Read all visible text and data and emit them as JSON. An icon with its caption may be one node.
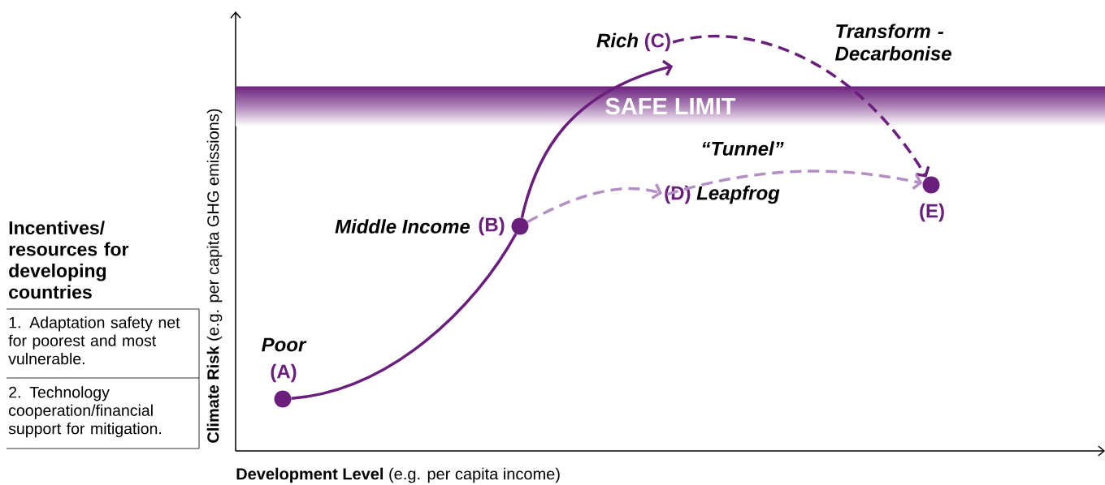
{
  "diagram": {
    "nodes": [
      {
        "text": [
          "Poor",
          "(A)"
        ]
      },
      {
        "text": [
          "Middle Income",
          "(B)"
        ]
      },
      {
        "text": [
          "Rich",
          "(C)"
        ]
      },
      {
        "text": [
          "(D)",
          "Leapfrog"
        ]
      },
      {
        "text": [
          "(E)"
        ]
      },
      {
        "text": [
          "SAFE LIMIT"
        ]
      }
    ],
    "edges": [
      {
        "from": 0,
        "to": 1,
        "arrow": "none",
        "color": "#6b1f7c"
      },
      {
        "from": 1,
        "to": 2,
        "arrow": "to",
        "color": "#6b1f7c"
      },
      {
        "from": 2,
        "to": 4,
        "arrow": "to",
        "style": "dashed",
        "color": "#6b1f7c",
        "label": "Transform - Decarbonise"
      },
      {
        "from": 1,
        "to": 3,
        "arrow": "to",
        "style": "dashed",
        "color": "#b48fc4"
      },
      {
        "from": 3,
        "to": 4,
        "arrow": "to",
        "style": "dashed",
        "color": "#b48fc4",
        "label": "“Tunnel”"
      }
    ],
    "labels": [
      "Incentives/ resources for developing countries",
      "1. Adaptation safety net for poorest and most vulnerable.",
      "2. Technology cooperation/financial support for mitigation.",
      "**Climate Risk** (e.g. per capita GHG emissions)",
      "**Development Level** (e.g. per capita income)"
    ]
  }
}
